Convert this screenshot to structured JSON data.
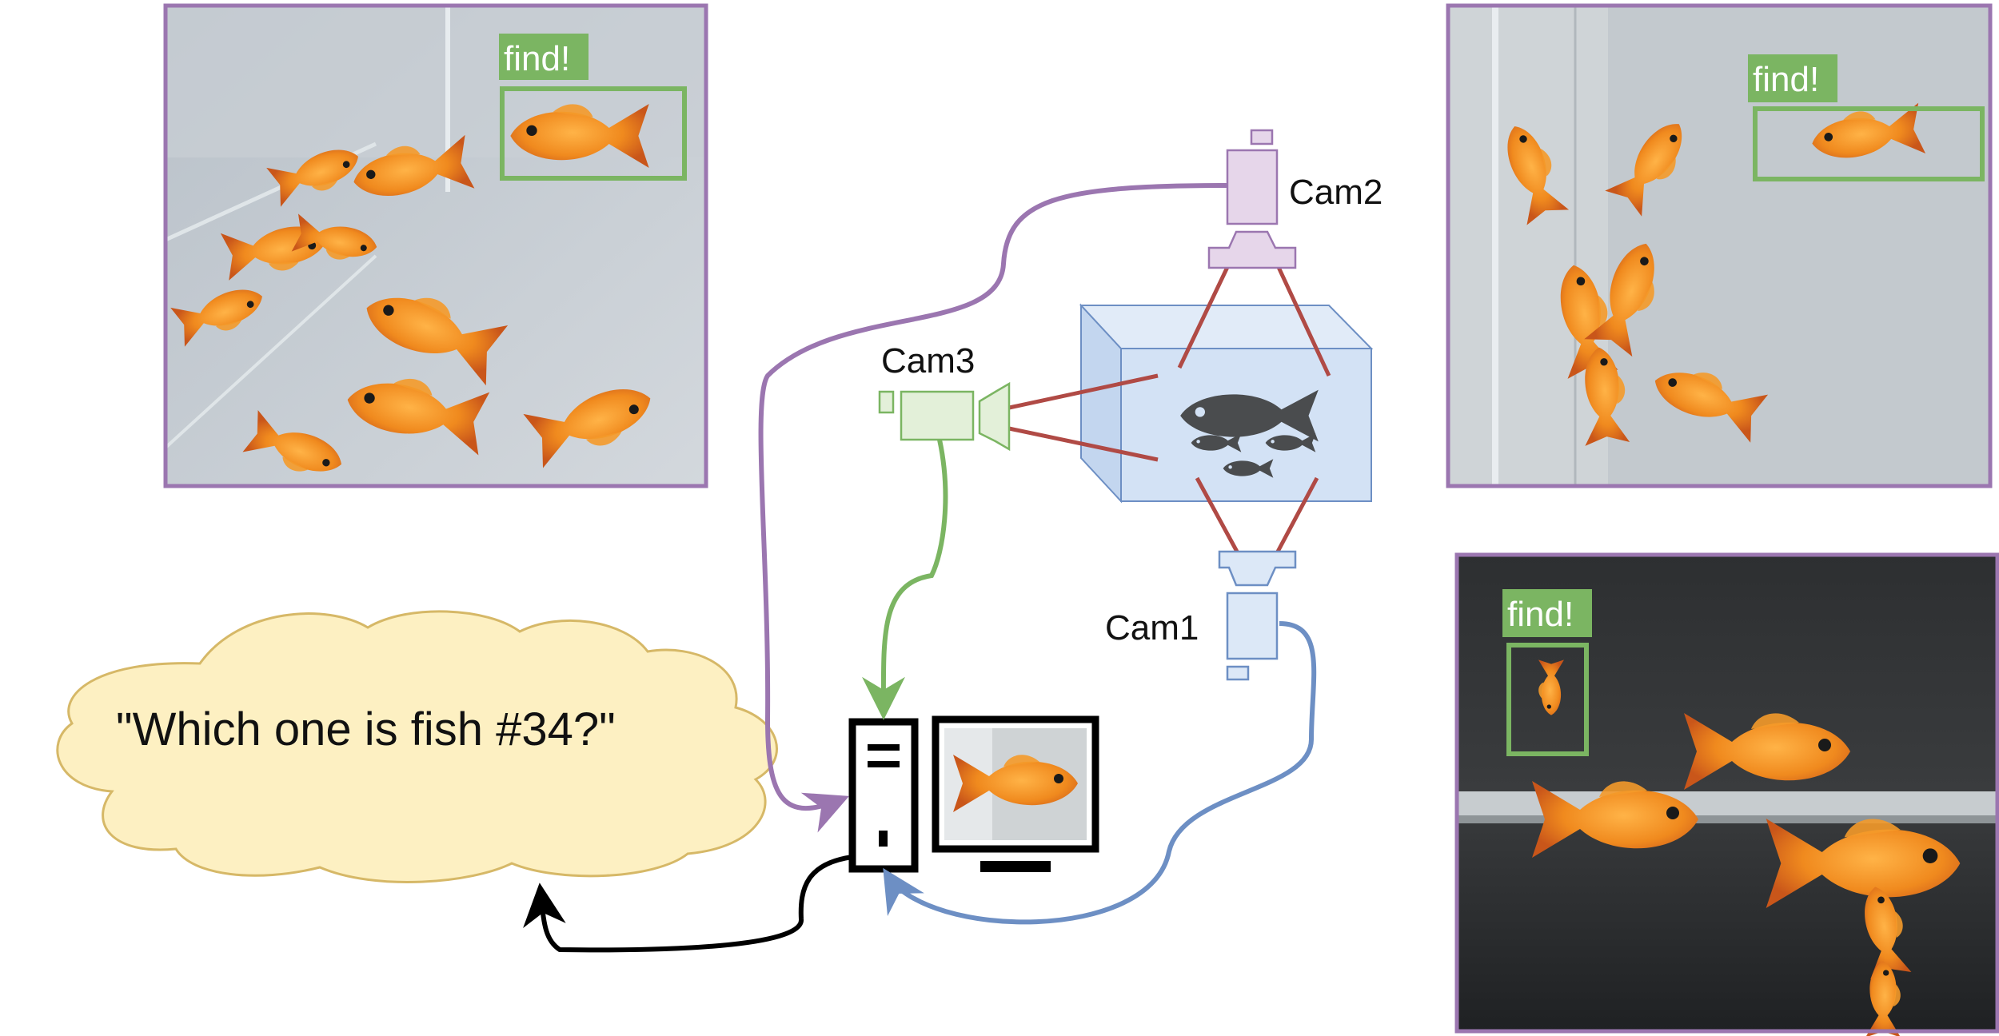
{
  "labels": {
    "cam1": "Cam1",
    "cam2": "Cam2",
    "cam3": "Cam3",
    "find": "find!",
    "cloud_question": "\"Which one is fish #34?\""
  },
  "colors": {
    "purple": "#9b76b0",
    "green": "#7bb562",
    "blue": "#6d8fc4",
    "black": "#000000",
    "red_ray": "#b04a45",
    "cam2_fill": "#e6d6ea",
    "cam3_fill": "#e3f0d9",
    "cam1_fill": "#dce8f7",
    "tank_fill": "#d3e2f5",
    "cloud_fill": "#fdf0c2",
    "cloud_stroke": "#d6b867",
    "photo_frame": "#9b76b0",
    "find_box": "#7bb562"
  },
  "icons": {
    "tank": "aquarium-tank-icon",
    "fish": "fish-silhouette-icon",
    "computer": "desktop-computer-icon",
    "monitor": "monitor-icon"
  }
}
